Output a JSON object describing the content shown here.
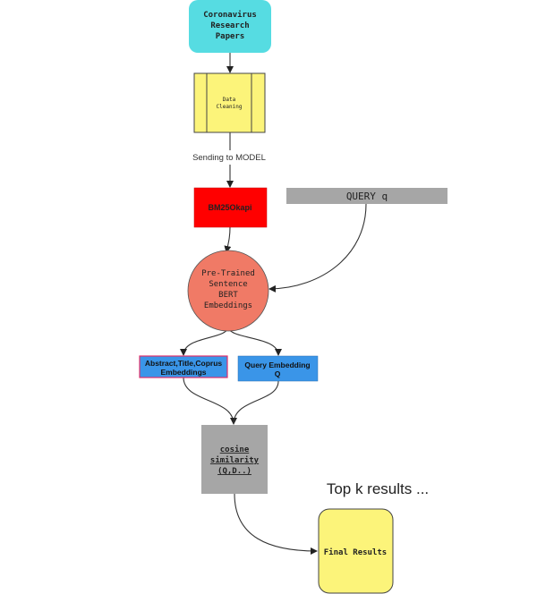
{
  "nodes": {
    "source": {
      "lines": [
        "Coronavirus",
        "Research",
        "Papers"
      ],
      "color": "#56dce2"
    },
    "cleaning": {
      "lines": [
        "Data",
        "Cleaning"
      ],
      "color": "#fcf47a"
    },
    "bm25": {
      "label": "BM25Okapi",
      "color": "#ff0000"
    },
    "query": {
      "label": "QUERY q",
      "color": "#a6a6a6"
    },
    "bert": {
      "lines": [
        "Pre-Trained",
        "Sentence",
        "BERT",
        "Embeddings"
      ],
      "color": "#f07a66"
    },
    "doc_embed": {
      "lines": [
        "Abstract,Title,Coprus",
        "Embeddings"
      ],
      "color": "#3a95e8"
    },
    "query_embed": {
      "lines": [
        "Query Embedding",
        "Q"
      ],
      "color": "#3a95e8"
    },
    "cosine": {
      "lines": [
        "cosine",
        "similarity",
        "(Q,D..)"
      ],
      "color": "#a6a6a6"
    },
    "final": {
      "label": "Final Results",
      "color": "#fcf47a"
    }
  },
  "edge_labels": {
    "to_model": "Sending to MODEL"
  },
  "annotations": {
    "top_k": "Top k results ..."
  }
}
